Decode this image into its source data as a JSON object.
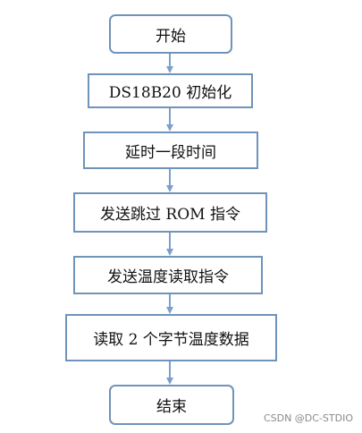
{
  "diagram": {
    "nodes": [
      {
        "id": "start",
        "label": "开始",
        "shape": "rounded"
      },
      {
        "id": "init",
        "label": "DS18B20 初始化",
        "shape": "rect"
      },
      {
        "id": "delay",
        "label": "延时一段时间",
        "shape": "rect"
      },
      {
        "id": "skip_rom",
        "label": "发送跳过 ROM 指令",
        "shape": "rect"
      },
      {
        "id": "convert",
        "label": "发送温度读取指令",
        "shape": "rect"
      },
      {
        "id": "read",
        "label": "读取 2 个字节温度数据",
        "shape": "rect"
      },
      {
        "id": "end",
        "label": "结束",
        "shape": "rounded"
      }
    ],
    "edges": [
      {
        "from": "start",
        "to": "init"
      },
      {
        "from": "init",
        "to": "delay"
      },
      {
        "from": "delay",
        "to": "skip_rom"
      },
      {
        "from": "skip_rom",
        "to": "convert"
      },
      {
        "from": "convert",
        "to": "read"
      },
      {
        "from": "read",
        "to": "end"
      }
    ],
    "colors": {
      "box_border": "#6f93b9",
      "arrow": "#7da0c8",
      "text": "#111111"
    }
  },
  "watermark": "CSDN @DC-STDIO"
}
